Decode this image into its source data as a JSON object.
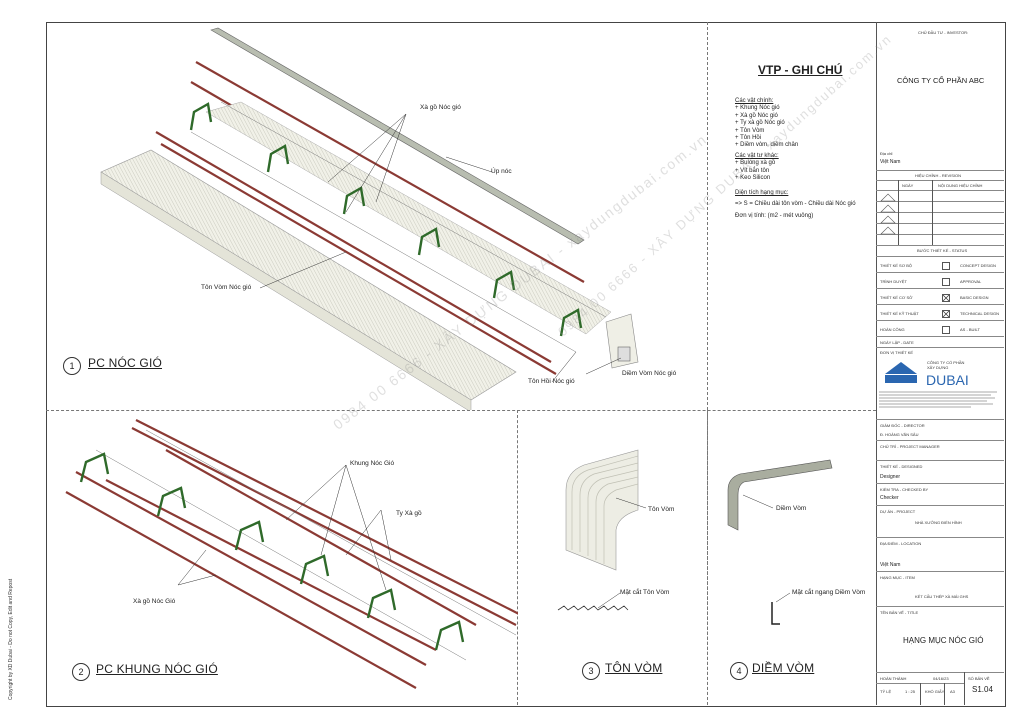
{
  "copyright": "Copyright by XD Dubai - Do not Copy, Edit and Repost",
  "watermark": "0984 00 6666 - XÂY DỰNG DUBAI - xaydungdubai.com.vn",
  "sections": [
    {
      "num": "1",
      "title": "PC NÓC GIÓ"
    },
    {
      "num": "2",
      "title": "PC KHUNG NÓC GIÓ"
    },
    {
      "num": "3",
      "title": "TÔN VÒM"
    },
    {
      "num": "4",
      "title": "DIỀM VÒM"
    }
  ],
  "labels": {
    "xa_go_noc_gio": "Xà gồ Nóc gió",
    "up_noc": "Úp nóc",
    "ton_vom_noc_gio": "Tôn Vòm Nóc gió",
    "ton_hoi_noc_gio": "Tôn Hồi Nóc gió",
    "diem_vom_noc_gio": "Diềm Vòm Nóc gió",
    "khung_noc_gio": "Khung Nóc Gió",
    "ty_xa_go": "Ty Xà gồ",
    "xa_go_noc_gio2": "Xà gồ Nóc Gió",
    "ton_vom": "Tôn Vòm",
    "mat_cat_ton_vom": "Mặt cắt Tôn Vòm",
    "diem_vom": "Diềm Vòm",
    "mat_cat_diem_vom": "Mặt cắt ngang Diềm Vòm"
  },
  "notes": {
    "title": "VTP - GHI CHÚ",
    "main_heading": "Các vật chính:",
    "main_items": [
      "+ Khung Nóc gió",
      "+ Xà gồ Nóc gió",
      "+ Ty xà gồ Nóc gió",
      "+ Tôn Vòm",
      "+ Tôn Hồi",
      "+ Diềm vòm, diềm chân"
    ],
    "other_heading": "Các  vật tư khác:",
    "other_items": [
      "+ Bulong xà gồ",
      "+ Vít bắn tôn",
      "+ Keo Silicon"
    ],
    "area_heading": "Diện tích hạng mục:",
    "area_formula": "=> S = Chiều dài tôn vòm - Chiều dài Nóc gió",
    "unit": "Đơn vị tính: (m2 - mét vuông)"
  },
  "title_block": {
    "investor_label": "CHỦ ĐẦU TƯ - INVESTOR:",
    "investor": "CÔNG TY CỔ PHẦN ABC",
    "address_label": "Địa chỉ:",
    "address": "Việt Nam",
    "revision_label": "HIỆU CHỈNH - REVISION",
    "rev_col1": "NGÀY",
    "rev_col2": "NỘI DUNG HIỆU CHỈNH",
    "status_label": "BƯỚC THIẾT KẾ - STATUS",
    "status": [
      {
        "vn": "THIẾT KẾ SƠ BỘ",
        "en": "CONCEPT DESIGN",
        "checked": false
      },
      {
        "vn": "TRÌNH DUYỆT",
        "en": "APPROVAL",
        "checked": false
      },
      {
        "vn": "THIẾT KẾ CƠ SỞ",
        "en": "BASIC DESIGN",
        "checked": true
      },
      {
        "vn": "THIẾT KẾ KỸ THUẬT",
        "en": "TECHNICAL DESIGN",
        "checked": true
      },
      {
        "vn": "HOÀN CÔNG",
        "en": "AS - BUILT",
        "checked": false
      }
    ],
    "date_label": "NGÀY LẬP - DATE",
    "designer_unit_label": "ĐƠN VỊ THIẾT KẾ",
    "company_small": "CÔNG TY CỔ PHẦN XÂY DỰNG",
    "company_big": "DUBAI",
    "director_label": "GIÁM ĐỐC - DIRECTOR",
    "director": "Đ. HOÀNG VĂN SÂU",
    "pm_label": "CHỦ TRÌ - PROJECT MANAGER",
    "designed_label": "THIẾT KẾ - DESIGNED",
    "designer": "Designer",
    "checked_label": "KIỂM TRA - CHECKED BY",
    "checker": "Checker",
    "project_label": "DỰ ÁN - PROJECT",
    "project": "NHÀ XƯỞNG ĐIỂN HÌNH",
    "location_label": "ĐỊA ĐIỂM - LOCATION",
    "location": "Việt Nam",
    "item_label": "HẠNG MỤC - ITEM",
    "item": "KẾT CẤU THÉP XÀ MÁI GHS",
    "title_label": "TÊN BẢN VẼ - TITLE",
    "title": "HẠNG MỤC NÓC GIÓ",
    "complete_label": "HOÀN THÀNH",
    "complete_date": "04/16/23",
    "sheet_no_label": "SỐ BẢN VẼ",
    "scale_label": "TỶ LỆ",
    "scale": "1 : 25",
    "paper_label": "KHỔ GIẤY",
    "paper": "A3",
    "sheet_no": "S1.04"
  },
  "colors": {
    "beam": "#8b3a34",
    "frame": "#2f6a2a",
    "sheet": "#efefe6",
    "sheet_line": "#b8b8ad"
  }
}
